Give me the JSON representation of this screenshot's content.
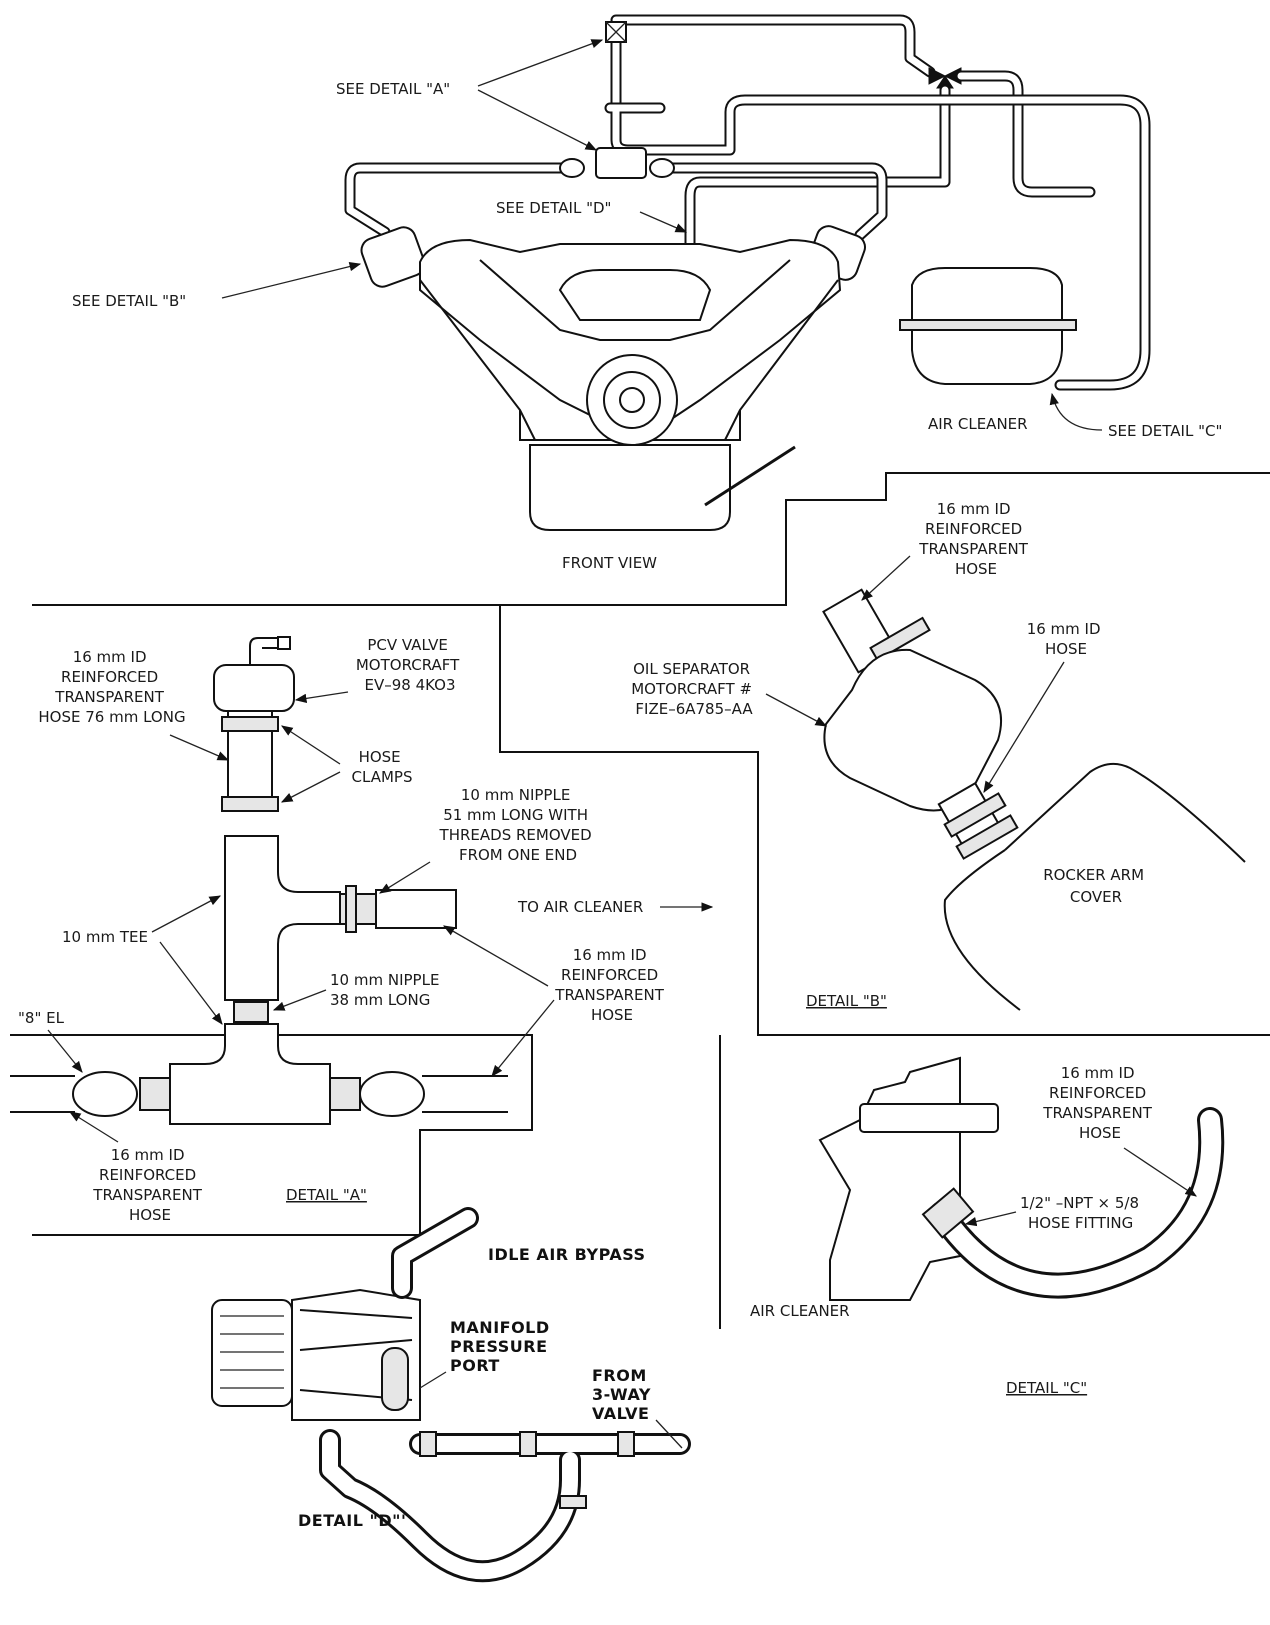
{
  "main_view": {
    "see_detail_a": "SEE DETAIL \"A\"",
    "see_detail_b": "SEE DETAIL \"B\"",
    "see_detail_c": "SEE DETAIL \"C\"",
    "see_detail_d": "SEE DETAIL \"D\"",
    "air_cleaner": "AIR CLEANER",
    "front_view": "FRONT VIEW"
  },
  "detail_a": {
    "title": "DETAIL \"A\"",
    "pcv_valve": [
      "PCV VALVE",
      "MOTORCRAFT",
      "EV–98 4KO3"
    ],
    "hose_76": [
      "16 mm ID",
      "REINFORCED",
      "TRANSPARENT",
      "HOSE 76 mm LONG"
    ],
    "hose_clamps": [
      "HOSE",
      "CLAMPS"
    ],
    "nipple_51": [
      "10 mm NIPPLE",
      "51 mm LONG WITH",
      "THREADS REMOVED",
      "FROM ONE END"
    ],
    "to_air_cleaner": "TO AIR CLEANER",
    "tee": "10 mm TEE",
    "nipple_38": [
      "10 mm NIPPLE",
      "38 mm LONG"
    ],
    "hose_right": [
      "16 mm ID",
      "REINFORCED",
      "TRANSPARENT",
      "HOSE"
    ],
    "el": "\"8\" EL",
    "hose_bottom": [
      "16 mm ID",
      "REINFORCED",
      "TRANSPARENT",
      "HOSE"
    ]
  },
  "detail_b": {
    "title": "DETAIL \"B\"",
    "hose_top": [
      "16 mm ID",
      "REINFORCED",
      "TRANSPARENT",
      "HOSE"
    ],
    "hose_16": [
      "16 mm ID",
      "HOSE"
    ],
    "oil_separator": [
      "OIL SEPARATOR",
      "MOTORCRAFT #",
      "FIZE–6A785–AA"
    ],
    "rocker_arm": [
      "ROCKER ARM",
      "COVER"
    ]
  },
  "detail_c": {
    "title": "DETAIL \"C\"",
    "hose": [
      "16 mm ID",
      "REINFORCED",
      "TRANSPARENT",
      "HOSE"
    ],
    "fitting": [
      "1/2\" –NPT × 5/8",
      "HOSE FITTING"
    ],
    "air_cleaner": "AIR CLEANER"
  },
  "detail_d": {
    "title": "DETAIL \"D\"'",
    "idle_air_bypass": "IDLE AIR BYPASS",
    "manifold": [
      "MANIFOLD",
      "PRESSURE",
      "PORT"
    ],
    "from_valve": [
      "FROM",
      "3-WAY",
      "VALVE"
    ]
  }
}
